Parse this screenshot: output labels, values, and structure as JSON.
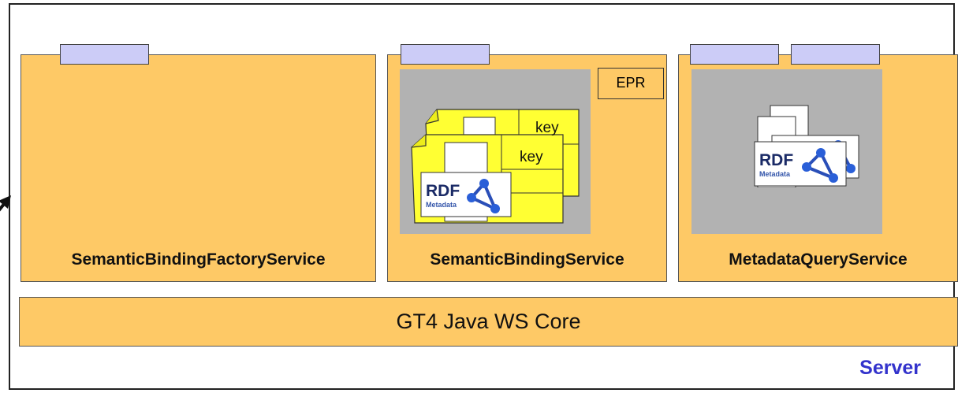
{
  "services": [
    {
      "id": "factory",
      "label": "SemanticBindingFactoryService"
    },
    {
      "id": "binding",
      "label": "SemanticBindingService"
    },
    {
      "id": "query",
      "label": "MetadataQueryService"
    }
  ],
  "binding": {
    "epr_label": "EPR",
    "key_label_back": "key",
    "key_label_front": "key"
  },
  "rdf_badge": {
    "text": "RDF",
    "subtext": "Metadata"
  },
  "core": {
    "label": "GT4 Java WS Core"
  },
  "server": {
    "label": "Server"
  },
  "colors": {
    "service_fill": "#fec966",
    "tab_fill": "#ccccf7",
    "resource_fill": "#ffff33",
    "grey_area": "#b2b2b2",
    "server_label": "#3333cc"
  }
}
